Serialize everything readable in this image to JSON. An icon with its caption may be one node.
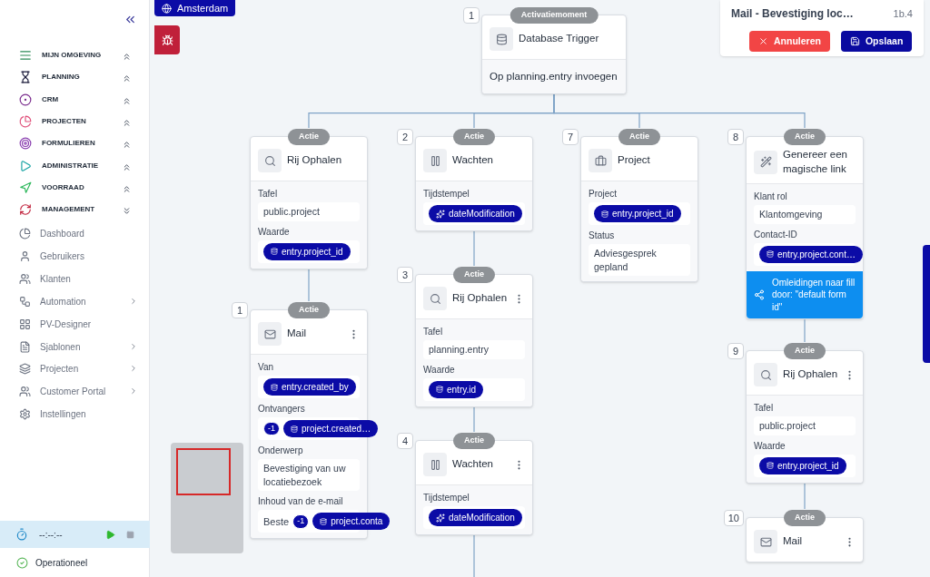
{
  "diagram": {
    "nodes": [
      {
        "text": [
          "Activatiemoment",
          "Database Trigger",
          "Op planning.entry invoegen"
        ],
        "beside": [
          "1"
        ]
      },
      {
        "text": [
          "Actie",
          "Rij Ophalen",
          "Tafel",
          "public.project",
          "Waarde",
          "entry.project_id"
        ]
      },
      {
        "text": [
          "Actie",
          "Wachten",
          "Tijdstempel",
          "dateModification"
        ],
        "beside": [
          "2"
        ]
      },
      {
        "text": [
          "Actie",
          "Project",
          "Project",
          "entry.project_id",
          "Status",
          "Adviesgesprek gepland"
        ],
        "beside": [
          "7"
        ]
      },
      {
        "text": [
          "Actie",
          "Genereer een magische link",
          "Klant rol",
          "Klantomgeving",
          "Contact-ID",
          "entry.project.cont…",
          "Omleidingen naar fill door: \"default form id\""
        ],
        "beside": [
          "8"
        ]
      },
      {
        "text": [
          "Actie",
          "Mail",
          "Van",
          "entry.created_by",
          "Ontvangers",
          "-1",
          "project.created…",
          "Onderwerp",
          "Bevestiging van uw locatiebezoek",
          "Inhoud van de e-mail",
          "Beste",
          "-1",
          "project.conta"
        ],
        "beside": [
          "1"
        ]
      },
      {
        "text": [
          "Actie",
          "Rij Ophalen",
          "Tafel",
          "planning.entry",
          "Waarde",
          "entry.id"
        ],
        "beside": [
          "3"
        ]
      },
      {
        "text": [
          "Actie",
          "Wachten",
          "Tijdstempel",
          "dateModification"
        ],
        "beside": [
          "4"
        ]
      },
      {
        "text": [
          "Actie",
          "Rij Ophalen",
          "Tafel",
          "public.project",
          "Waarde",
          "entry.project_id"
        ],
        "beside": [
          "9"
        ]
      },
      {
        "text": [
          "Actie",
          "Mail"
        ],
        "beside": [
          "10"
        ]
      }
    ],
    "edges": [
      {
        "from": 0,
        "to": 1,
        "arrow": "none"
      },
      {
        "from": 0,
        "to": 2,
        "arrow": "none"
      },
      {
        "from": 0,
        "to": 3,
        "arrow": "none"
      },
      {
        "from": 0,
        "to": 4,
        "arrow": "none"
      },
      {
        "from": 1,
        "to": 5,
        "arrow": "none"
      },
      {
        "from": 2,
        "to": 6,
        "arrow": "none"
      },
      {
        "from": 6,
        "to": 7,
        "arrow": "none"
      },
      {
        "from": 7,
        "to": null,
        "arrow": "none"
      },
      {
        "from": 4,
        "to": 8,
        "arrow": "none"
      },
      {
        "from": 8,
        "to": 9,
        "arrow": "none"
      }
    ],
    "labels": [
      "MIJN OMGEVING",
      "PLANNING",
      "CRM",
      "PROJECTEN",
      "FORMULIEREN",
      "ADMINISTRATIE",
      "VOORRAAD",
      "MANAGEMENT",
      "Dashboard",
      "Gebruikers",
      "Klanten",
      "Automation",
      "PV-Designer",
      "Sjablonen",
      "Projecten",
      "Customer Portal",
      "Instellingen",
      "--:--:--",
      "Operationeel",
      "Amsterdam",
      "Mail - Bevestiging loc…",
      "1b.4",
      "Annuleren",
      "Opslaan"
    ]
  }
}
